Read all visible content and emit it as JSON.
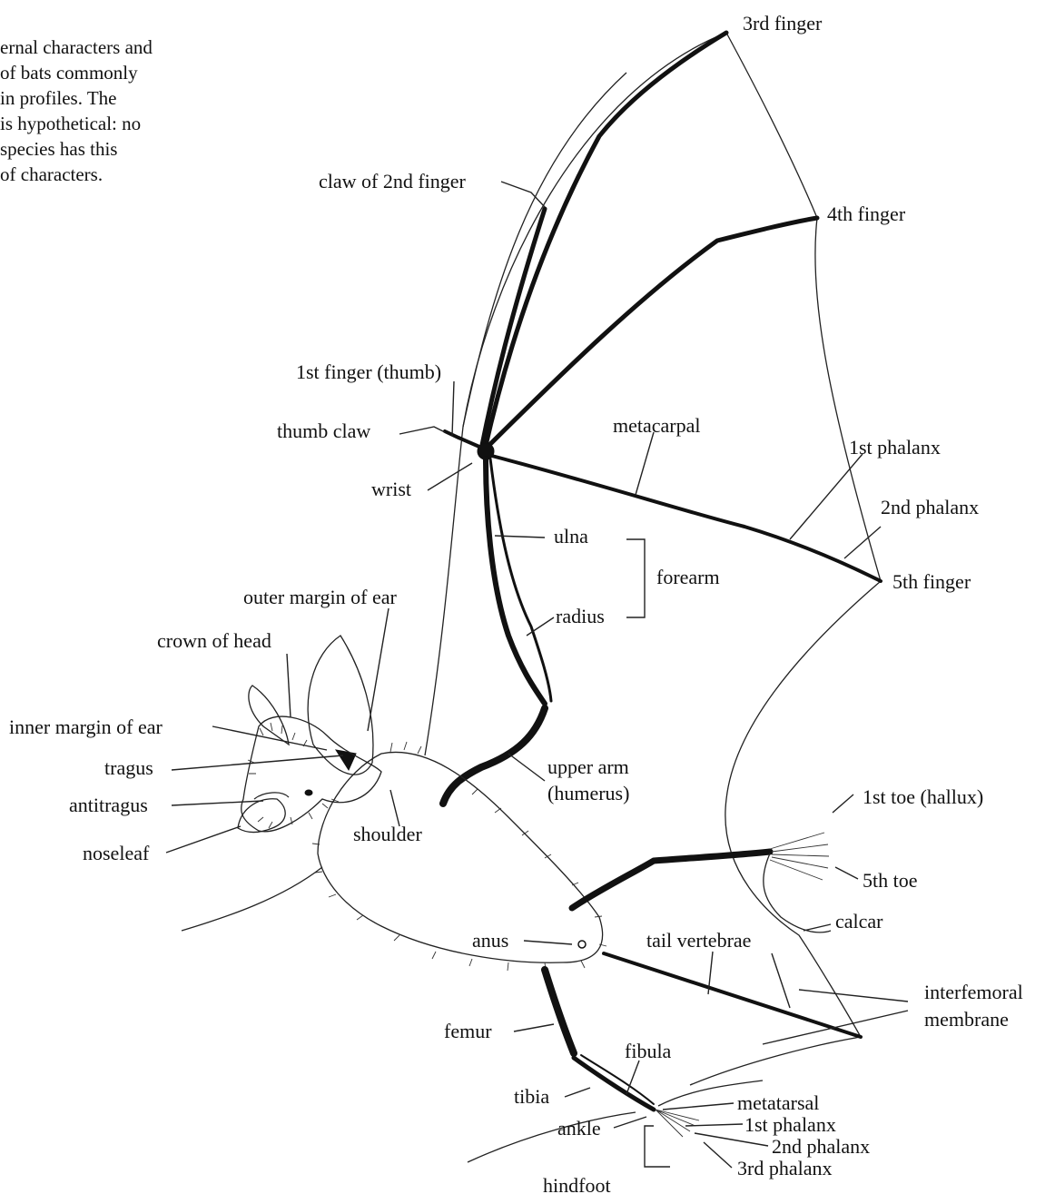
{
  "caption_lines": [
    "ernal characters and",
    "of bats commonly",
    "in profiles. The",
    "is hypothetical: no",
    "species has this",
    "of characters."
  ],
  "labels": {
    "third_finger": "3rd finger",
    "claw_second_finger": "claw of 2nd finger",
    "fourth_finger": "4th finger",
    "first_finger_thumb": "1st finger (thumb)",
    "thumb_claw": "thumb claw",
    "metacarpal": "metacarpal",
    "first_phalanx_wing": "1st phalanx",
    "wrist": "wrist",
    "second_phalanx_wing": "2nd phalanx",
    "ulna": "ulna",
    "forearm": "forearm",
    "fifth_finger": "5th finger",
    "outer_margin_ear": "outer margin of ear",
    "radius": "radius",
    "crown_of_head": "crown of head",
    "inner_margin_ear": "inner margin of ear",
    "tragus": "tragus",
    "upper_arm": "upper arm",
    "humerus": "(humerus)",
    "antitragus": "antitragus",
    "first_toe": "1st toe (hallux)",
    "shoulder": "shoulder",
    "noseleaf": "noseleaf",
    "fifth_toe": "5th toe",
    "calcar": "calcar",
    "anus": "anus",
    "tail_vertebrae": "tail vertebrae",
    "interfemoral": "interfemoral",
    "membrane": "membrane",
    "femur": "femur",
    "fibula": "fibula",
    "tibia": "tibia",
    "metatarsal": "metatarsal",
    "ankle": "ankle",
    "first_phalanx_foot": "1st phalanx",
    "second_phalanx_foot": "2nd phalanx",
    "third_phalanx_foot": "3rd phalanx",
    "hindfoot": "hindfoot"
  }
}
